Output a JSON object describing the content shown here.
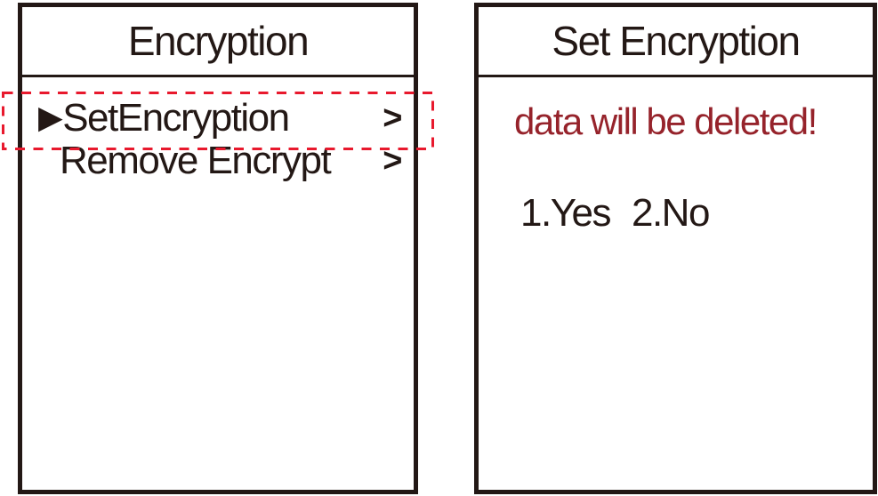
{
  "colors": {
    "ink": "#231815",
    "highlight_red": "#e8192d",
    "warning_red": "#96232b"
  },
  "left_screen": {
    "title": "Encryption",
    "menu_items": [
      {
        "marker": "▶",
        "label": "SetEncryption",
        "chevron": ">"
      },
      {
        "label": "Remove Encrypt",
        "chevron": ">"
      }
    ]
  },
  "right_screen": {
    "title": "Set Encryption",
    "warning": "data will be deleted!",
    "options": [
      {
        "label": "1.Yes"
      },
      {
        "label": "2.No"
      }
    ]
  }
}
